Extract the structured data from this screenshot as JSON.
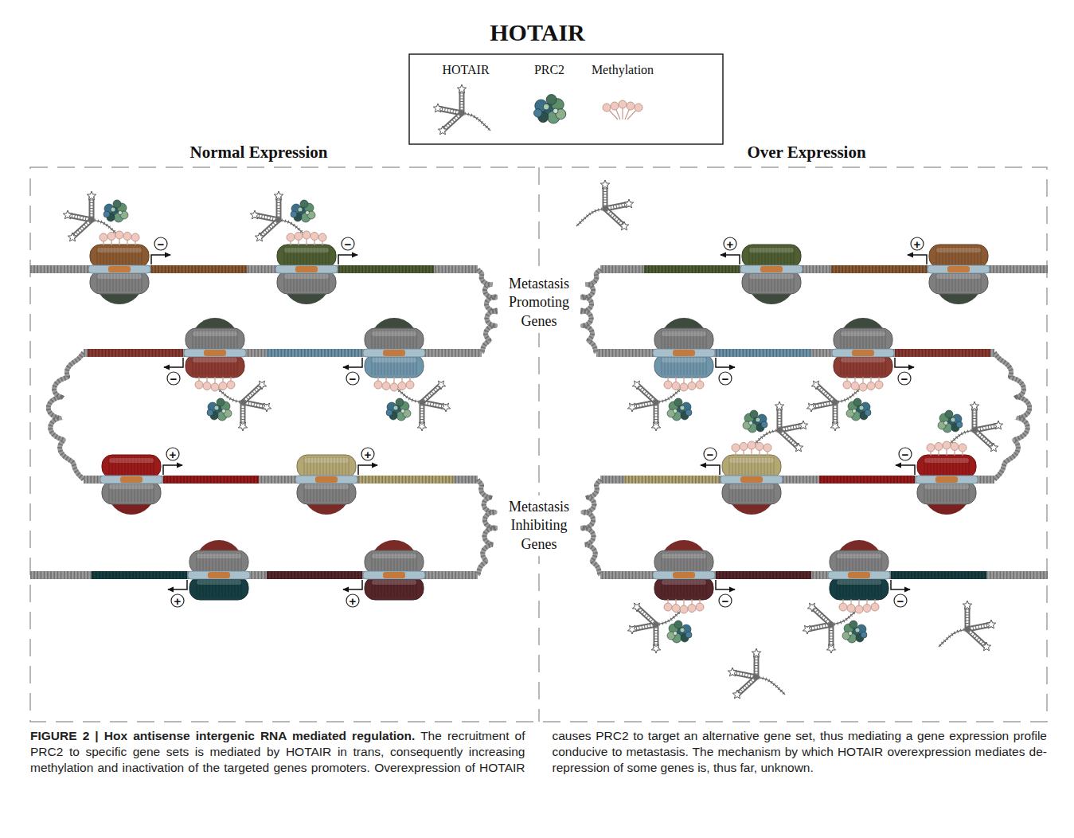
{
  "diagram": {
    "title": "HOTAIR",
    "caption": "FIGURE 2 | Hox antisense intergenic RNA mediated regulation. The recruitment of PRC2 to specific gene sets is mediated by HOTAIR in trans, consequently increasing methylation and inactivation of the targeted genes promoters. Overexpression of HOTAIR causes PRC2 to target an alternative gene set, thus mediating a gene expression profile conducive to metastasis. The mechanism by which HOTAIR overexpression mediates de-repression of some genes is, thus far, unknown.",
    "nodes": [
      {
        "text": [
          "Normal Expression"
        ]
      },
      {
        "text": [
          "Over Expression"
        ]
      }
    ],
    "labels": [
      "Metastasis Promoting Genes",
      "Metastasis Inhibiting Genes",
      "−",
      "−",
      "−",
      "−",
      "+",
      "+",
      "+",
      "+",
      "+",
      "+",
      "−",
      "−",
      "−",
      "−",
      "−",
      "−"
    ],
    "legend": [
      {
        "text": "HOTAIR"
      },
      {
        "text": "PRC2"
      },
      {
        "text": "Methylation"
      }
    ]
  }
}
